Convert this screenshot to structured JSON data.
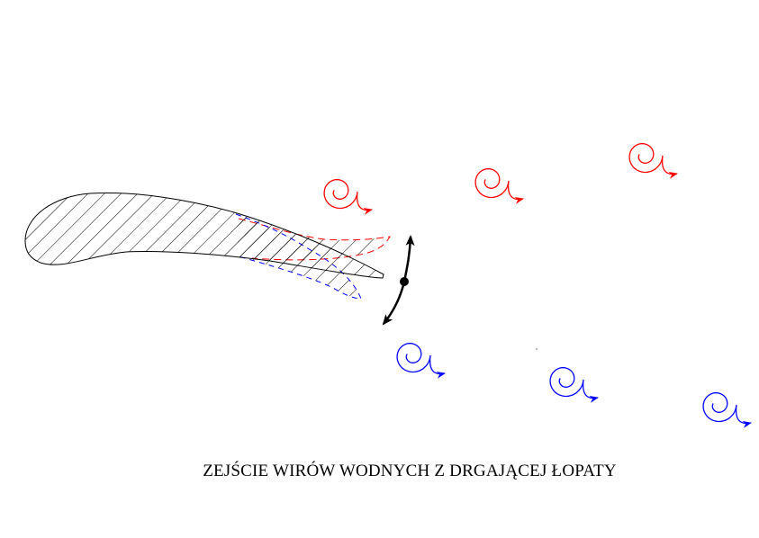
{
  "title": "ZEJŚCIE WIRÓW WODNYCH Z DRGAJĄCEJ ŁOPATY",
  "colors": {
    "blade": "#000000",
    "upper_vortices": "#ff0000",
    "lower_vortices": "#0000ff"
  },
  "elements": {
    "blade": "hatched-blade-profile",
    "upper_deflection": "red-dashed-blade-position",
    "lower_deflection": "blue-dashed-blade-position",
    "oscillation": "double-arrow-oscillation-icon",
    "upper_vortex_count": 3,
    "lower_vortex_count": 3
  }
}
